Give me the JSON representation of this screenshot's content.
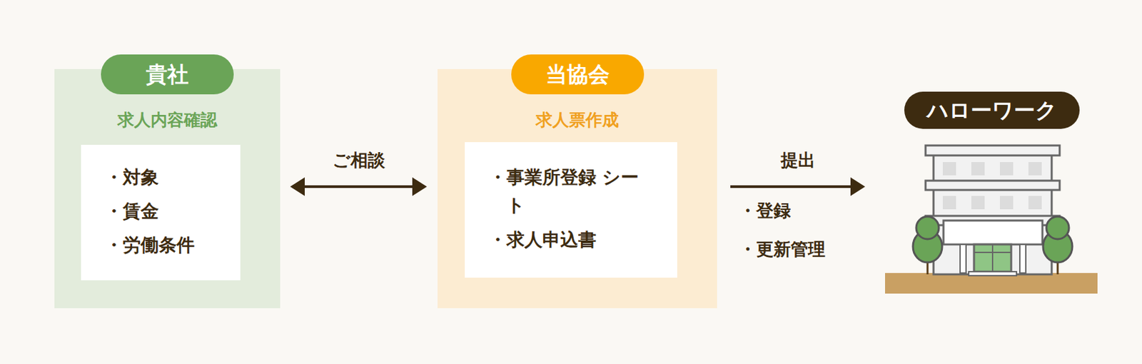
{
  "diagram": {
    "nodes": [
      {
        "text": [
          "貴社",
          "求人内容確認"
        ]
      },
      {
        "text": [
          "・対象",
          "・賃金",
          "・労働条件"
        ],
        "in": 0
      },
      {
        "text": [
          "当協会",
          "求人票作成"
        ]
      },
      {
        "text": [
          "・事業所登録 シート",
          "・求人申込書"
        ],
        "in": 2
      },
      {
        "text": [
          "ハローワーク"
        ]
      }
    ],
    "edges": [
      {
        "from": 0,
        "to": 2,
        "arrow": "both",
        "label": "ご相談"
      },
      {
        "from": 2,
        "to": 4,
        "arrow": "to",
        "label": "提出"
      }
    ],
    "labels": [
      "・登録",
      "・更新管理"
    ]
  }
}
